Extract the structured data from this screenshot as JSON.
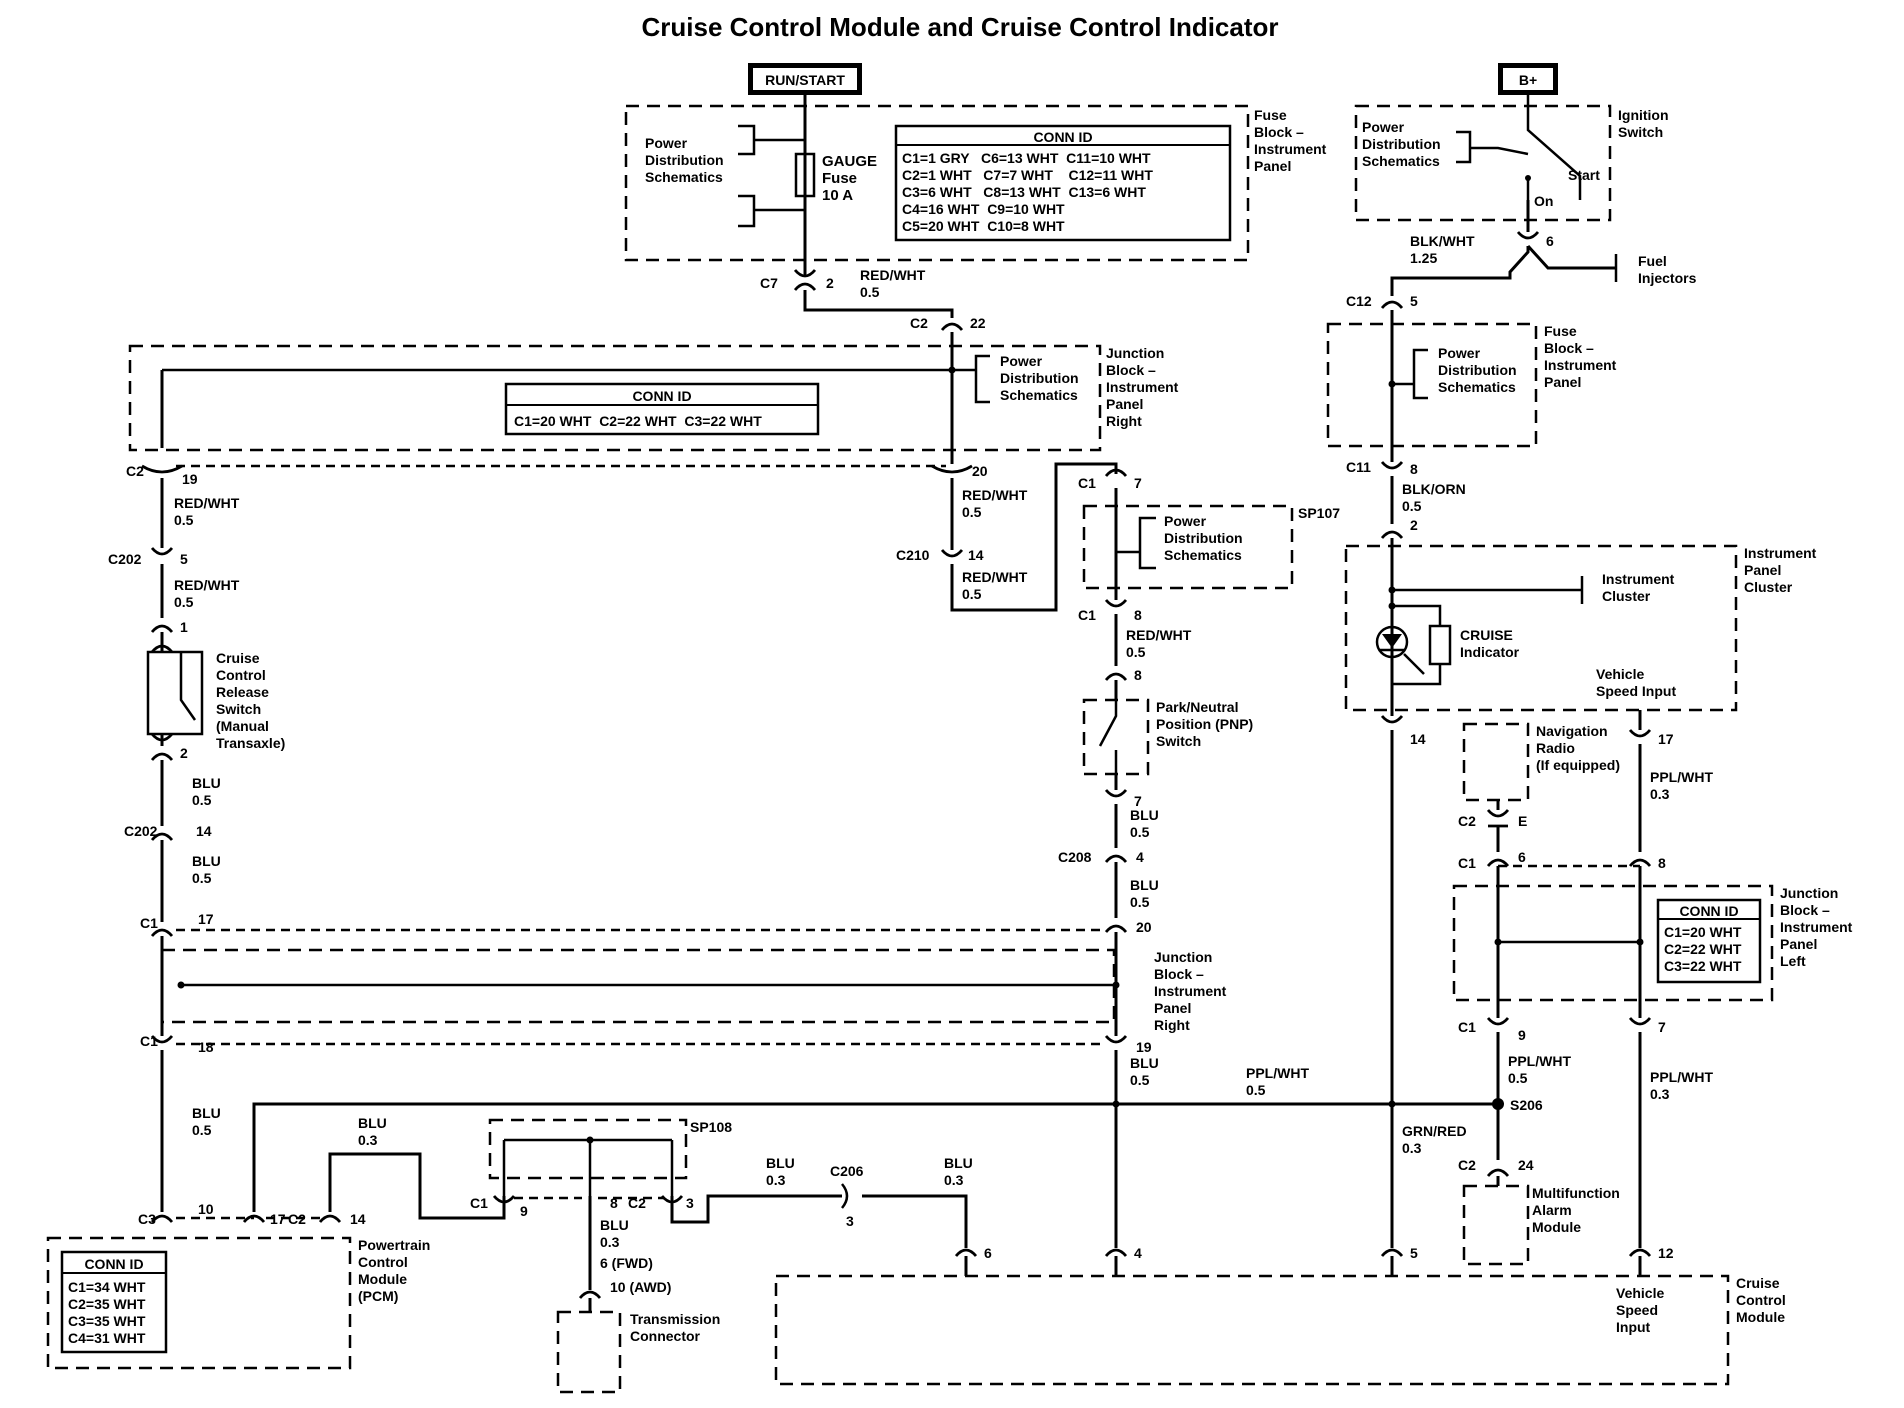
{
  "title": "Cruise Control Module and Cruise Control Indicator",
  "power": {
    "run_start": "RUN/START",
    "bplus": "B+"
  },
  "pds": [
    "Power",
    "Distribution",
    "Schematics"
  ],
  "fuse_block_ip": [
    "Fuse",
    "Block –",
    "Instrument",
    "Panel"
  ],
  "gauge_fuse": [
    "GAUGE",
    "Fuse",
    "10 A"
  ],
  "conn_id_title": "CONN ID",
  "conn_fuse": [
    "C1=1 GRY   C6=13 WHT  C11=10 WHT",
    "C2=1 WHT   C7=7 WHT    C12=11 WHT",
    "C3=6 WHT   C8=13 WHT  C13=6 WHT",
    "C4=16 WHT  C9=10 WHT",
    "C5=20 WHT  C10=8 WHT"
  ],
  "conn_jb_right": "C1=20 WHT  C2=22 WHT  C3=22 WHT",
  "conn_jb_left": [
    "C1=20 WHT",
    "C2=22 WHT",
    "C3=22 WHT"
  ],
  "conn_pcm": [
    "C1=34 WHT",
    "C2=35 WHT",
    "C3=35 WHT",
    "C4=31 WHT"
  ],
  "ignition": {
    "name": [
      "Ignition",
      "Switch"
    ],
    "start": "Start",
    "on": "On"
  },
  "fuel_injectors": [
    "Fuel",
    "Injectors"
  ],
  "jb_ip_right": [
    "Junction",
    "Block –",
    "Instrument",
    "Panel",
    "Right"
  ],
  "jb_ip_left": [
    "Junction",
    "Block –",
    "Instrument",
    "Panel",
    "Left"
  ],
  "ipc": [
    "Instrument",
    "Panel",
    "Cluster"
  ],
  "instrument_cluster": [
    "Instrument",
    "Cluster"
  ],
  "cruise_indicator": [
    "CRUISE",
    "Indicator"
  ],
  "vehicle_speed_input_2": [
    "Vehicle",
    "Speed Input"
  ],
  "vehicle_speed_input_3": [
    "Vehicle",
    "Speed",
    "Input"
  ],
  "nav_radio": [
    "Navigation",
    "Radio",
    "(If equipped)"
  ],
  "release_switch": [
    "Cruise",
    "Control",
    "Release",
    "Switch",
    "(Manual",
    "Transaxle)"
  ],
  "pnp": [
    "Park/Neutral",
    "Position (PNP)",
    "Switch"
  ],
  "pcm": [
    "Powertrain",
    "Control",
    "Module",
    "(PCM)"
  ],
  "trans_conn": [
    "Transmission",
    "Connector"
  ],
  "alarm": [
    "Multifunction",
    "Alarm",
    "Module"
  ],
  "ccm": [
    "Cruise",
    "Control",
    "Module"
  ],
  "splices": {
    "sp107": "SP107",
    "sp108": "SP108",
    "s206": "S206"
  },
  "wires": {
    "red_wht": "RED/WHT",
    "blu": "BLU",
    "ppl_wht": "PPL/WHT",
    "blk_wht": "BLK/WHT",
    "blk_orn": "BLK/ORN",
    "grn_red": "GRN/RED",
    "g05": "0.5",
    "g03": "0.3",
    "g125": "1.25"
  },
  "connectors": {
    "c1": "C1",
    "c2": "C2",
    "c3": "C3",
    "c7": "C7",
    "c11": "C11",
    "c12": "C12",
    "c202": "C202",
    "c208": "C208",
    "c210": "C210",
    "c206": "C206"
  },
  "pins": {
    "p1": "1",
    "p2": "2",
    "p3": "3",
    "p4": "4",
    "p5": "5",
    "p6": "6",
    "p7": "7",
    "p8": "8",
    "p9": "9",
    "p10": "10",
    "p12": "12",
    "p14": "14",
    "p17": "17",
    "p18": "18",
    "p19": "19",
    "p20": "20",
    "p22": "22",
    "p24": "24",
    "pE": "E",
    "fwd": "6 (FWD)",
    "awd": "10 (AWD)"
  }
}
